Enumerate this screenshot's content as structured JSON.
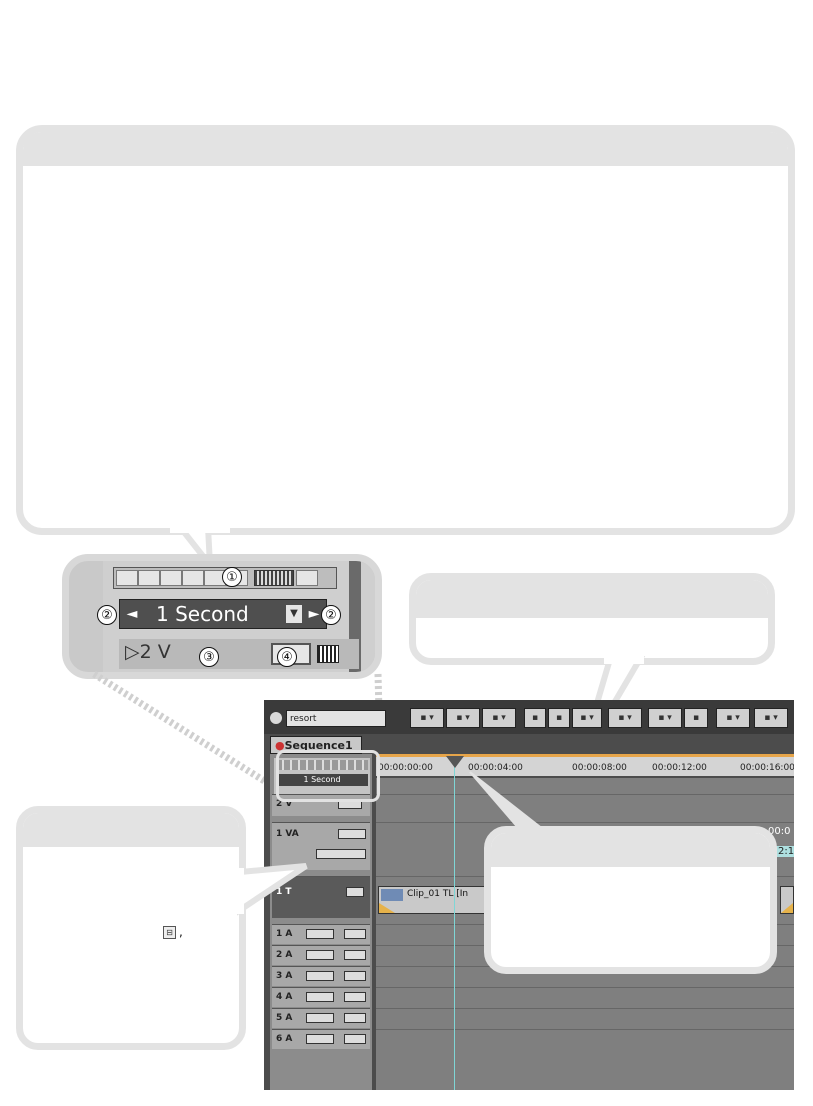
{
  "zoom_panel": {
    "label": "1 Second",
    "track_name": "▷2 V",
    "markers": [
      "①",
      "②",
      "②",
      "③",
      "④"
    ],
    "arrow_left": "◄",
    "arrow_right": "►",
    "dropdown": "▼"
  },
  "app": {
    "project_name": "resort",
    "sequence_tab": "Sequence1",
    "ctrl_label": "1 Second",
    "ruler_ticks": [
      "00:00:00:00",
      "00:00:04:00",
      "00:00:08:00",
      "00:00:12:00",
      "00:00:16:00"
    ],
    "tracks": [
      {
        "name": "2 V"
      },
      {
        "name": "1 VA"
      },
      {
        "name": "1 T"
      },
      {
        "name": "1 A"
      },
      {
        "name": "2 A"
      },
      {
        "name": "3 A"
      },
      {
        "name": "4 A"
      },
      {
        "name": "5 A"
      },
      {
        "name": "6 A"
      }
    ],
    "clip_name": "Clip_01",
    "clip_label2": "TL [In",
    "va_time": "00:0",
    "va_time2": "2:1"
  },
  "icons": {
    "lock": "lock-icon",
    "film": "film-icon",
    "cti": "cti-marker-icon"
  },
  "colors": {
    "callout_border": "#e3e3e3",
    "ruler_orange": "#e6a54a",
    "cti_line": "#7fd6d6"
  }
}
